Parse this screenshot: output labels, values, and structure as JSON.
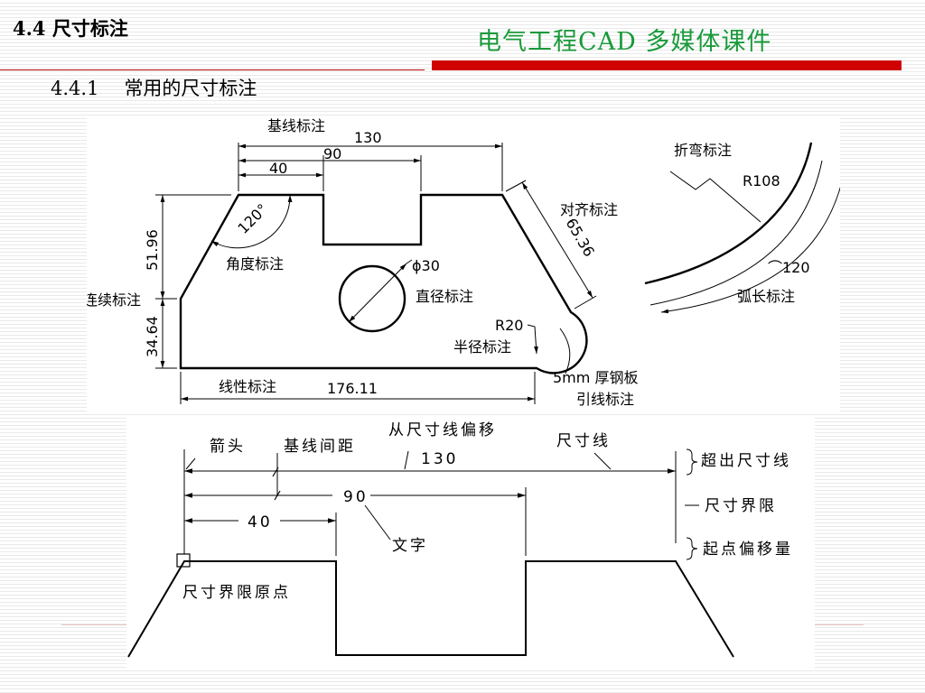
{
  "header": {
    "section_title": "4.4 尺寸标注",
    "course_title": "电气工程CAD  多媒体课件",
    "subsection_number": "4.4.1",
    "subsection_title": "常用的尺寸标注"
  },
  "colors": {
    "accent_red": "#d00000",
    "title_green": "#1a9a3a"
  },
  "diagram1": {
    "baseline_label": "基线标注",
    "dim_130": "130",
    "dim_90": "90",
    "dim_40": "40",
    "dim_120deg": "120°",
    "angle_label": "角度标注",
    "dim_51_96": "51.96",
    "dim_34_64": "34.64",
    "continuous_label": "连续标注",
    "diameter_value": "ϕ30",
    "diameter_label": "直径标注",
    "aligned_label": "对齐标注",
    "dim_65_36": "65.36",
    "radius_value": "R20",
    "radius_label": "半径标注",
    "linear_label": "线性标注",
    "dim_176_11": "176.11",
    "leader_line1": "5mm 厚钢板",
    "leader_line2": "引线标注",
    "jog_label": "折弯标注",
    "jog_value": "R108",
    "arc_value": "⌒120",
    "arc_label": "弧长标注"
  },
  "diagram2": {
    "arrow_label": "箭头",
    "baseline_spacing_label": "基线间距",
    "offset_label": "从尺寸线偏移",
    "dimline_label": "尺寸线",
    "dim_130": "130",
    "dim_90": "90",
    "dim_40": "40",
    "text_label": "文字",
    "extend_beyond_label": "超出尺寸线",
    "ext_line_label": "尺寸界限",
    "origin_offset_label": "起点偏移量",
    "ext_origin_label": "尺寸界限原点"
  }
}
